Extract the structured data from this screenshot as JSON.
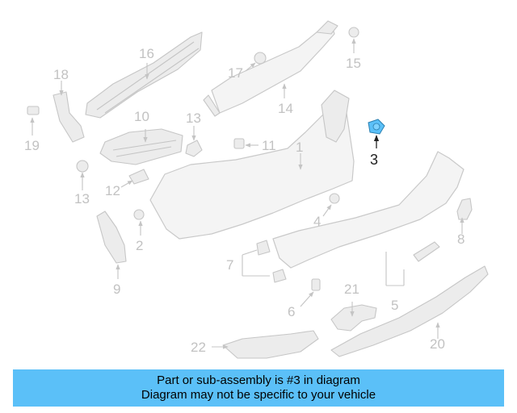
{
  "colors": {
    "banner": "#5bc0f8",
    "highlight": "#5bc0f8",
    "callout_text": "#222222",
    "parts": "#c9c9c9"
  },
  "diagram": {
    "callouts": {
      "c1": "1",
      "c2": "2",
      "c3": "3",
      "c4": "4",
      "c5": "5",
      "c6": "6",
      "c7": "7",
      "c8": "8",
      "c9": "9",
      "c10": "10",
      "c11": "11",
      "c12": "12",
      "c13a": "13",
      "c13b": "13",
      "c14": "14",
      "c15": "15",
      "c16": "16",
      "c17": "17",
      "c18": "18",
      "c19": "19",
      "c20": "20",
      "c21": "21",
      "c22": "22"
    },
    "highlighted_part": "3"
  },
  "banner": {
    "line1": "Part or sub-assembly is #3 in diagram",
    "line2": "Diagram may not be specific to your vehicle"
  }
}
